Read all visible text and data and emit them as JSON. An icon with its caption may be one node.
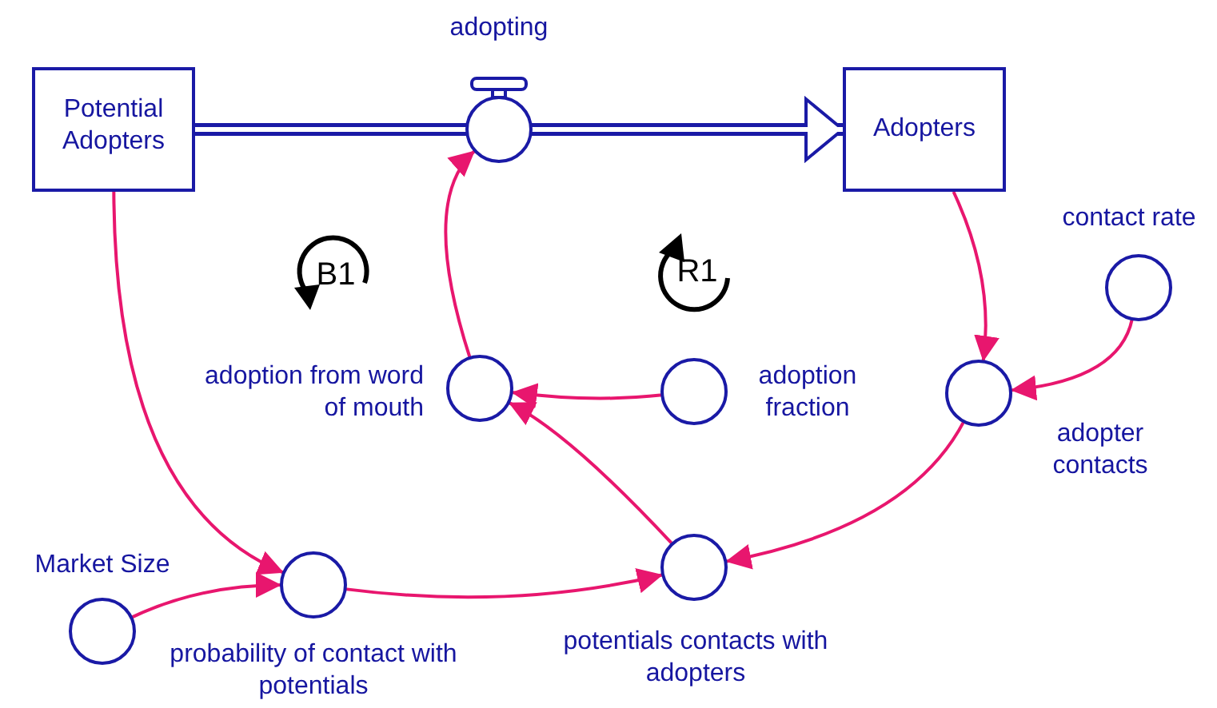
{
  "diagram": {
    "nodes": [
      {
        "text": [
          "Potential Adopters"
        ]
      },
      {
        "text": [
          "Adopters"
        ]
      },
      {
        "text": [
          "adopting"
        ]
      },
      {
        "text": [
          "adoption from word of mouth"
        ]
      },
      {
        "text": [
          "adoption fraction"
        ]
      },
      {
        "text": [
          "contact rate"
        ]
      },
      {
        "text": [
          "adopter contacts"
        ]
      },
      {
        "text": [
          "Market Size"
        ]
      },
      {
        "text": [
          "probability of contact with potentials"
        ]
      },
      {
        "text": [
          "potentials contacts with adopters"
        ]
      }
    ],
    "edges": [
      {
        "from": 0,
        "to": 2,
        "arrow": "none",
        "style": "thick",
        "color": "#1a1aa6"
      },
      {
        "from": 2,
        "to": 1,
        "arrow": "to",
        "style": "thick",
        "color": "#1a1aa6"
      },
      {
        "from": 0,
        "to": 8,
        "arrow": "to"
      },
      {
        "from": 7,
        "to": 8,
        "arrow": "to"
      },
      {
        "from": 8,
        "to": 9,
        "arrow": "to"
      },
      {
        "from": 1,
        "to": 6,
        "arrow": "to"
      },
      {
        "from": 5,
        "to": 6,
        "arrow": "to"
      },
      {
        "from": 6,
        "to": 9,
        "arrow": "to"
      },
      {
        "from": 9,
        "to": 3,
        "arrow": "to"
      },
      {
        "from": 4,
        "to": 3,
        "arrow": "to"
      },
      {
        "from": 3,
        "to": 2,
        "arrow": "to"
      }
    ],
    "labels": [
      "B1",
      "R1"
    ]
  }
}
